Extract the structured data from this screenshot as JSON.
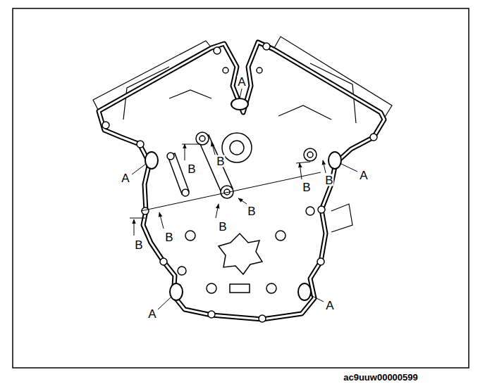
{
  "diagram": {
    "labels": [
      "A",
      "A",
      "B",
      "B",
      "A",
      "B",
      "B",
      "B",
      "B",
      "B",
      "B",
      "A",
      "A",
      "ac9uuw00000599"
    ]
  }
}
